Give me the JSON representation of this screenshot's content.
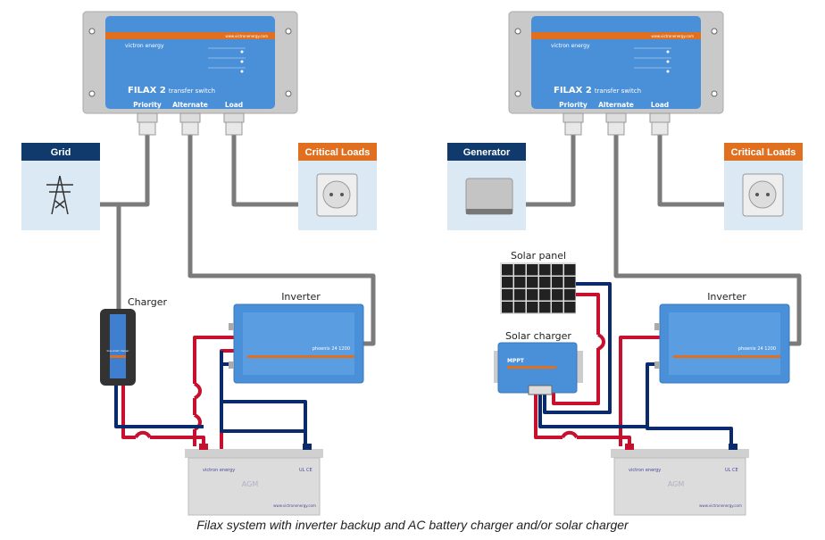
{
  "colors": {
    "victron_blue": "#4a90d9",
    "navy": "#0f3a6b",
    "orange": "#e07020",
    "wire_gray": "#7b7b7b",
    "wire_red": "#c8102e",
    "wire_blue": "#0a2a6e",
    "panel_bg": "#dbe9f4"
  },
  "filax": {
    "brand": "victron energy",
    "url": "www.victronenergy.com",
    "title": "FILAX 2",
    "subtitle": "transfer switch",
    "ports": [
      "Priority",
      "Alternate",
      "Load"
    ]
  },
  "left": {
    "source_label": "Grid",
    "loads_label": "Critical Loads",
    "charger_label": "Charger",
    "inverter_label": "Inverter"
  },
  "right": {
    "source_label": "Generator",
    "loads_label": "Critical Loads",
    "solar_panel_label": "Solar panel",
    "solar_charger_label": "Solar charger",
    "inverter_label": "Inverter"
  },
  "devices": {
    "inverter_model": "phoenix 24 1200",
    "charger_model": "blue smart charger",
    "mppt": "MPPT",
    "battery_type": "AGM",
    "battery_url": "www.victronenergy.com",
    "battery_marks": "UL CE"
  },
  "caption": "Filax system with inverter backup and AC battery charger and/or solar charger"
}
